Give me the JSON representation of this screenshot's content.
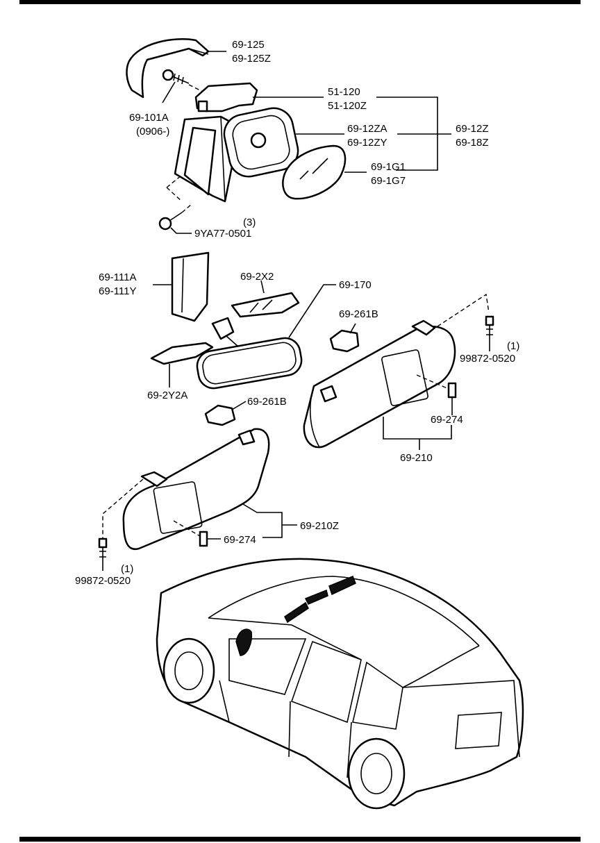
{
  "labels": {
    "cover": [
      "69-125",
      "69-125Z"
    ],
    "screw_a": [
      "69-101A",
      "(0906-)"
    ],
    "base_cover": [
      "51-120",
      "51-120Z"
    ],
    "mirror_body": [
      "69-12ZA",
      "69-12ZY"
    ],
    "mirror_assy": [
      "69-12Z",
      "69-18Z"
    ],
    "glass": [
      "69-1G1",
      "69-1G7"
    ],
    "bolt_qty": "(3)",
    "bolt": "9YA77-0501",
    "pillar_trim": [
      "69-111A",
      "69-111Y"
    ],
    "mirror_cover": "69-2X2",
    "inner_mirror": "69-170",
    "clip_right": "69-261B",
    "trim_lower": "69-2Y2A",
    "clip_left": "69-261B",
    "screw_right": "99872-0520",
    "screw_right_qty": "(1)",
    "holder_right": "69-274",
    "visor_right": "69-210",
    "visor_left": "69-210Z",
    "holder_left": "69-274",
    "screw_left": "99872-0520",
    "screw_left_qty": "(1)"
  }
}
